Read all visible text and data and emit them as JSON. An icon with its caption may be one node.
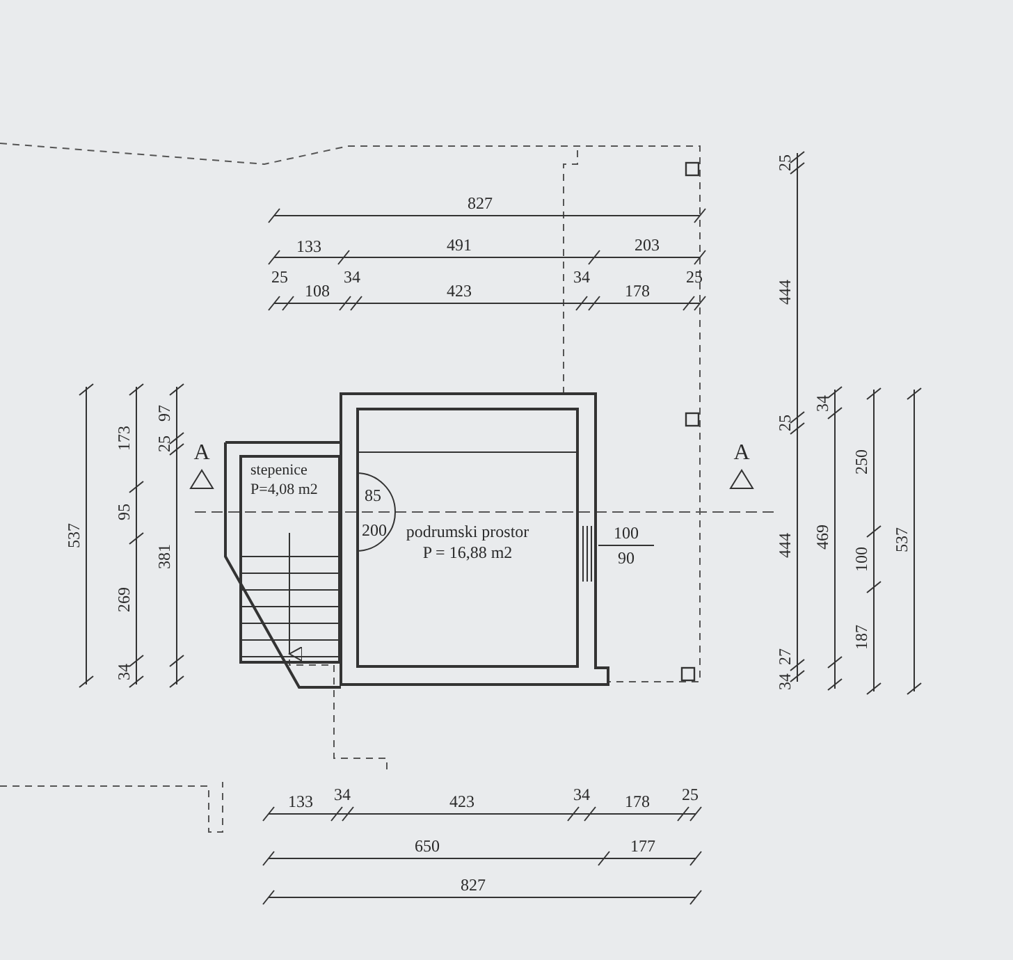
{
  "diagram": {
    "nodes": [
      {
        "text": [
          "stepenice",
          "P=4,08 m2"
        ]
      },
      {
        "text": [
          "podrumski prostor",
          "P = 16,88 m2"
        ]
      }
    ],
    "labels": [
      "827",
      "133",
      "491",
      "203",
      "25",
      "108",
      "34",
      "423",
      "34",
      "178",
      "25",
      "A",
      "A",
      "85",
      "200",
      "100",
      "90",
      "537",
      "173",
      "95",
      "269",
      "34",
      "97",
      "25",
      "381",
      "25",
      "444",
      "25",
      "444",
      "27",
      "34",
      "34",
      "469",
      "250",
      "100",
      "187",
      "537",
      "133",
      "34",
      "423",
      "34",
      "178",
      "25",
      "650",
      "177",
      "827"
    ]
  }
}
